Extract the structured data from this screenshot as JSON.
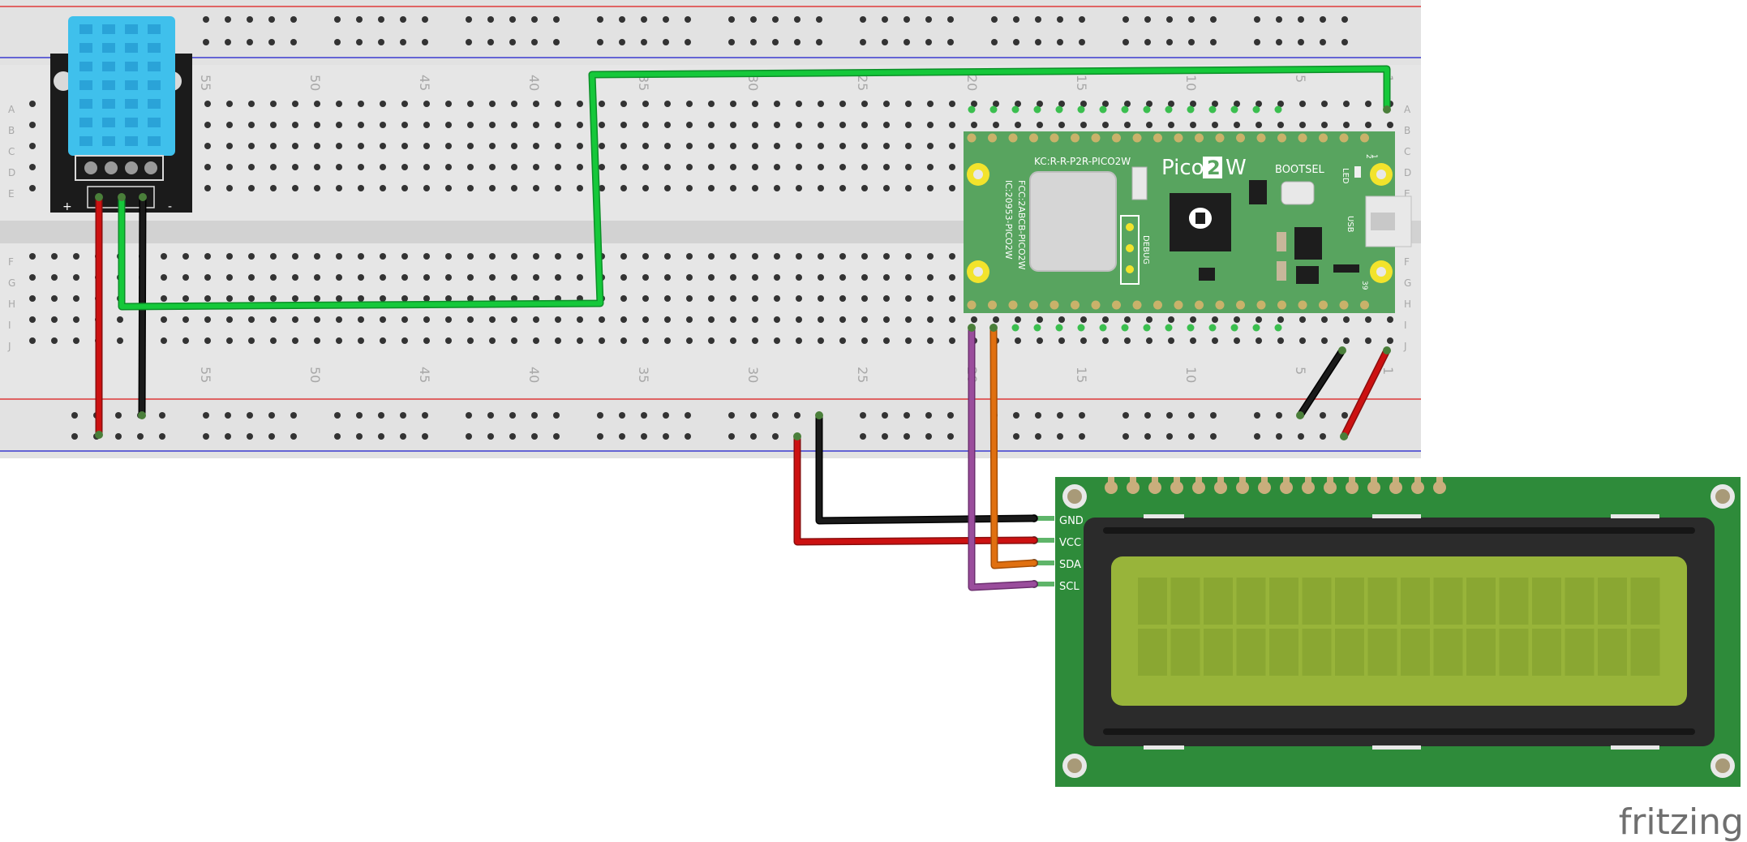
{
  "breadboard": {
    "row_letters_top": [
      "A",
      "B",
      "C",
      "D",
      "E"
    ],
    "row_letters_bottom": [
      "F",
      "G",
      "H",
      "I",
      "J"
    ],
    "column_numbers": [
      "55",
      "50",
      "45",
      "40",
      "35",
      "30",
      "25",
      "20",
      "15",
      "10",
      "5",
      "1"
    ]
  },
  "pico": {
    "model_prefix": "Pico",
    "model_number": "2",
    "model_suffix": "W",
    "kc_id": "KC:R-R-P2R-PICO2W",
    "fcc_id": "FCC:2ABCB-PICO2W",
    "ic_id": "IC:20953-PICO2W",
    "bootsel_label": "BOOTSEL",
    "led_label": "LED",
    "usb_label": "USB",
    "debug_label": "DEBUG",
    "pin_label_1": "1",
    "pin_label_2": "2",
    "pin_label_39": "39"
  },
  "dht_sensor": {
    "plus_label": "+",
    "minus_label": "-"
  },
  "lcd": {
    "pin_labels": [
      "GND",
      "VCC",
      "SDA",
      "SCL"
    ],
    "colors": {
      "board": "#2e8b3a",
      "screen": "#98b43a"
    }
  },
  "wires": {
    "colors": {
      "red": "#cc1111",
      "black": "#1a1a1a",
      "green": "#15c83a",
      "purple": "#9a4d9c",
      "orange": "#e07010"
    }
  },
  "watermark": {
    "text": "fritzing"
  }
}
